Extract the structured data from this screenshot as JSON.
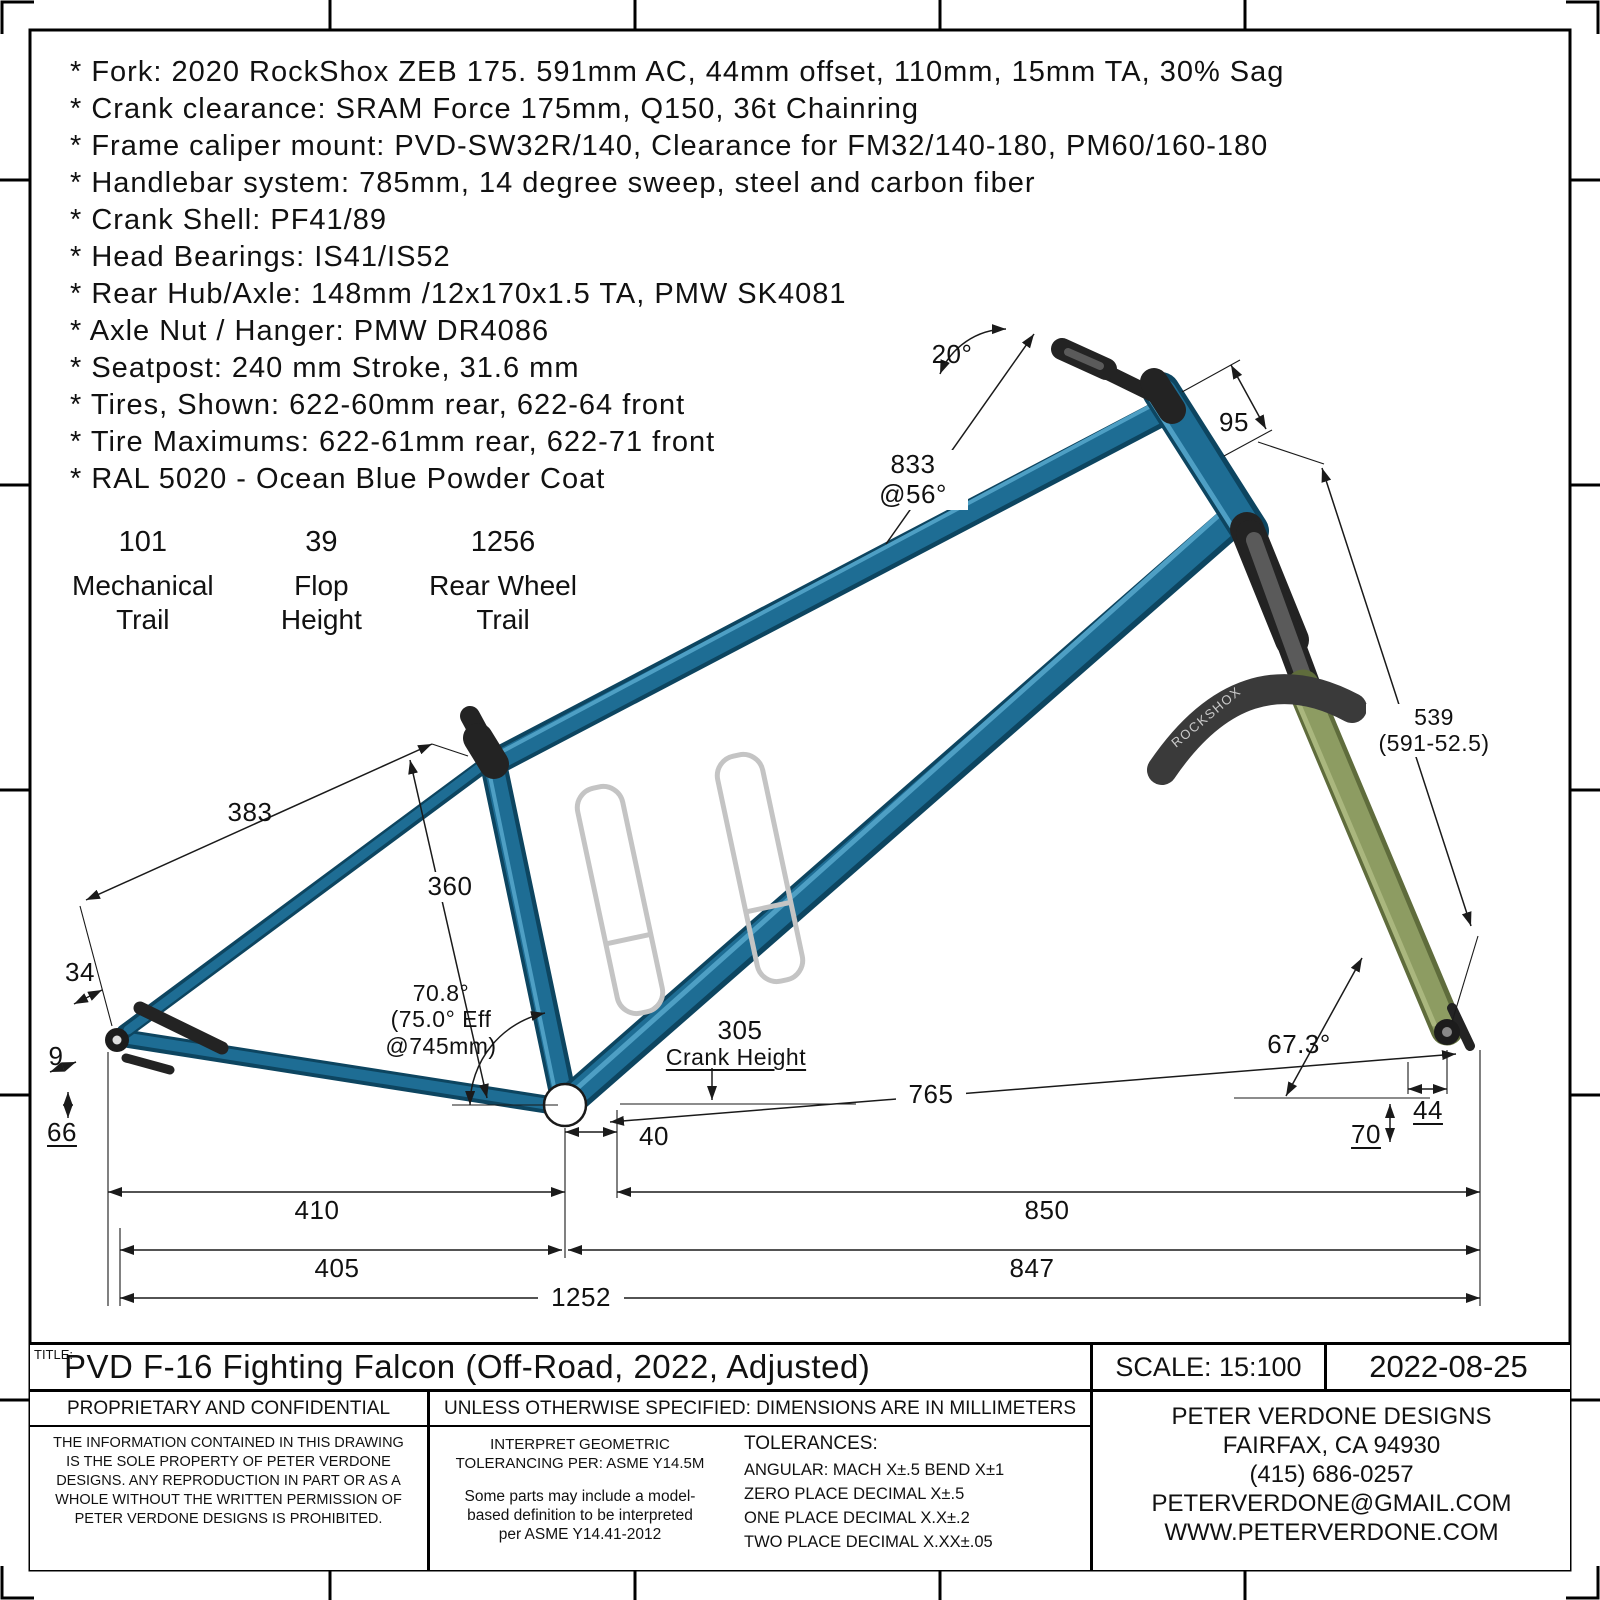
{
  "colors": {
    "frame-mid": "#1e6d94",
    "frame-dark": "#0d4560",
    "frame-hi": "#4e9fc4",
    "fork-mid": "#8d9c62",
    "fork-dark": "#5f6c3c"
  },
  "specs": [
    "* Fork: 2020 RockShox ZEB 175. 591mm AC, 44mm offset, 110mm, 15mm TA, 30% Sag",
    "* Crank clearance: SRAM Force 175mm, Q150, 36t Chainring",
    "* Frame caliper mount: PVD-SW32R/140, Clearance for FM32/140-180, PM60/160-180",
    "* Handlebar system: 785mm, 14 degree sweep, steel and carbon fiber",
    "* Crank Shell: PF41/89",
    "* Head Bearings: IS41/IS52",
    "* Rear Hub/Axle: 148mm /12x170x1.5 TA, PMW SK4081",
    "* Axle Nut / Hanger: PMW DR4086",
    "* Seatpost: 240 mm Stroke, 31.6 mm",
    "* Tires, Shown: 622-60mm rear, 622-64 front",
    "* Tire Maximums: 622-61mm rear, 622-71 front",
    "* RAL 5020 - Ocean Blue Powder Coat"
  ],
  "stats": [
    {
      "value": "101",
      "label": "Mechanical\nTrail"
    },
    {
      "value": "39",
      "label": "Flop\nHeight"
    },
    {
      "value": "1256",
      "label": "Rear Wheel\nTrail"
    }
  ],
  "dims": {
    "bar_angle": "20°",
    "head_ext": "95",
    "ht_axis": "833\n@56°",
    "fork_length": "539\n(591-52.5)",
    "seatstay": "383",
    "seattube": "360",
    "d34": "34",
    "d9": "9",
    "d66": "66",
    "seat_angle": "70.8°\n(75.0° Eff\n@745mm)",
    "crank_height_value": "305",
    "crank_height_label": "Crank Height",
    "d40": "40",
    "front_center": "765",
    "head_angle": "67.3°",
    "d44": "44",
    "d70": "70",
    "chainstay": "410",
    "front_center_h": "850",
    "rear_center_h": "405",
    "front_h": "847",
    "wheelbase": "1252"
  },
  "drawing": {
    "fender_logo": "ROCKSHOX"
  },
  "title_block": {
    "title_label": "TITLE:",
    "title": "PVD F-16 Fighting Falcon (Off-Road, 2022, Adjusted)",
    "scale": "SCALE: 15:100",
    "date": "2022-08-25",
    "proprietary_heading": "PROPRIETARY AND CONFIDENTIAL",
    "proprietary_text": "THE INFORMATION CONTAINED IN THIS DRAWING IS THE SOLE PROPERTY OF PETER VERDONE DESIGNS.  ANY  REPRODUCTION IN PART OR AS A WHOLE WITHOUT THE WRITTEN PERMISSION OF PETER VERDONE DESIGNS IS PROHIBITED.",
    "spec_heading": "UNLESS OTHERWISE SPECIFIED: DIMENSIONS ARE IN MILLIMETERS",
    "interpret": "INTERPRET GEOMETRIC\nTOLERANCING PER: ASME Y14.5M",
    "model_note": "Some parts may include a model-\nbased definition to be interpreted\nper ASME Y14.41-2012",
    "tolerances_heading": "TOLERANCES:",
    "tolerances": [
      "ANGULAR: MACH X±.5   BEND X±1",
      "ZERO PLACE DECIMAL  X±.5",
      "ONE PLACE DECIMAL   X.X±.2",
      "TWO PLACE DECIMAL   X.XX±.05"
    ],
    "company": [
      "PETER VERDONE DESIGNS",
      "FAIRFAX, CA 94930",
      "(415) 686-0257",
      "PETERVERDONE@GMAIL.COM",
      "WWW.PETERVERDONE.COM"
    ]
  }
}
